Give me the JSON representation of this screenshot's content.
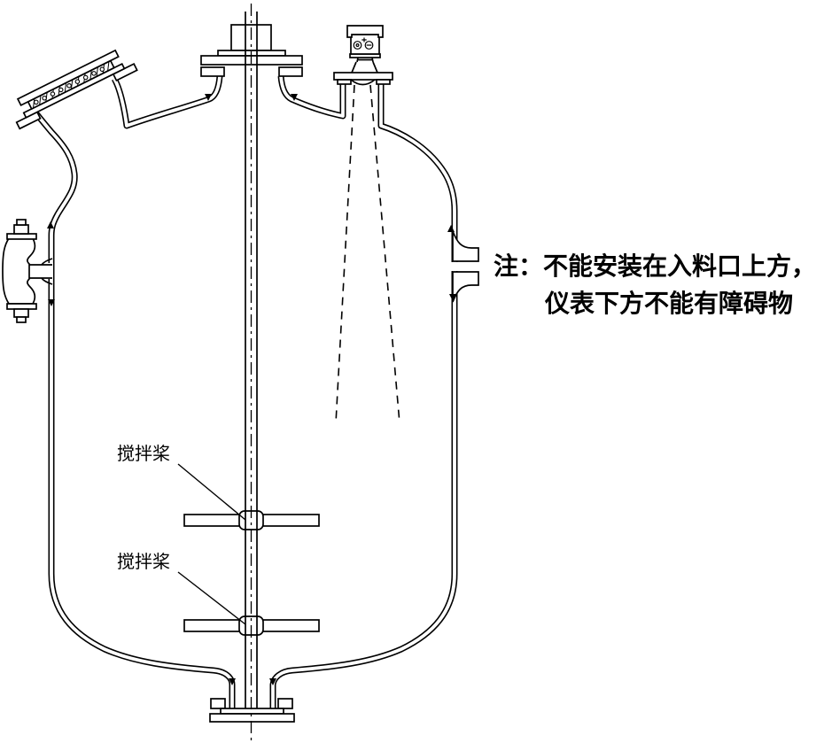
{
  "colors": {
    "line": "#000000",
    "background": "#ffffff"
  },
  "diagram": {
    "title": "radar-level-meter-installation-on-stirred-reactor",
    "note": {
      "line1": "注：不能安装在入料口上方，",
      "line2": "仪表下方不能有障碍物"
    },
    "labels": {
      "paddle_top": "搅拌桨",
      "paddle_bottom": "搅拌桨"
    }
  }
}
